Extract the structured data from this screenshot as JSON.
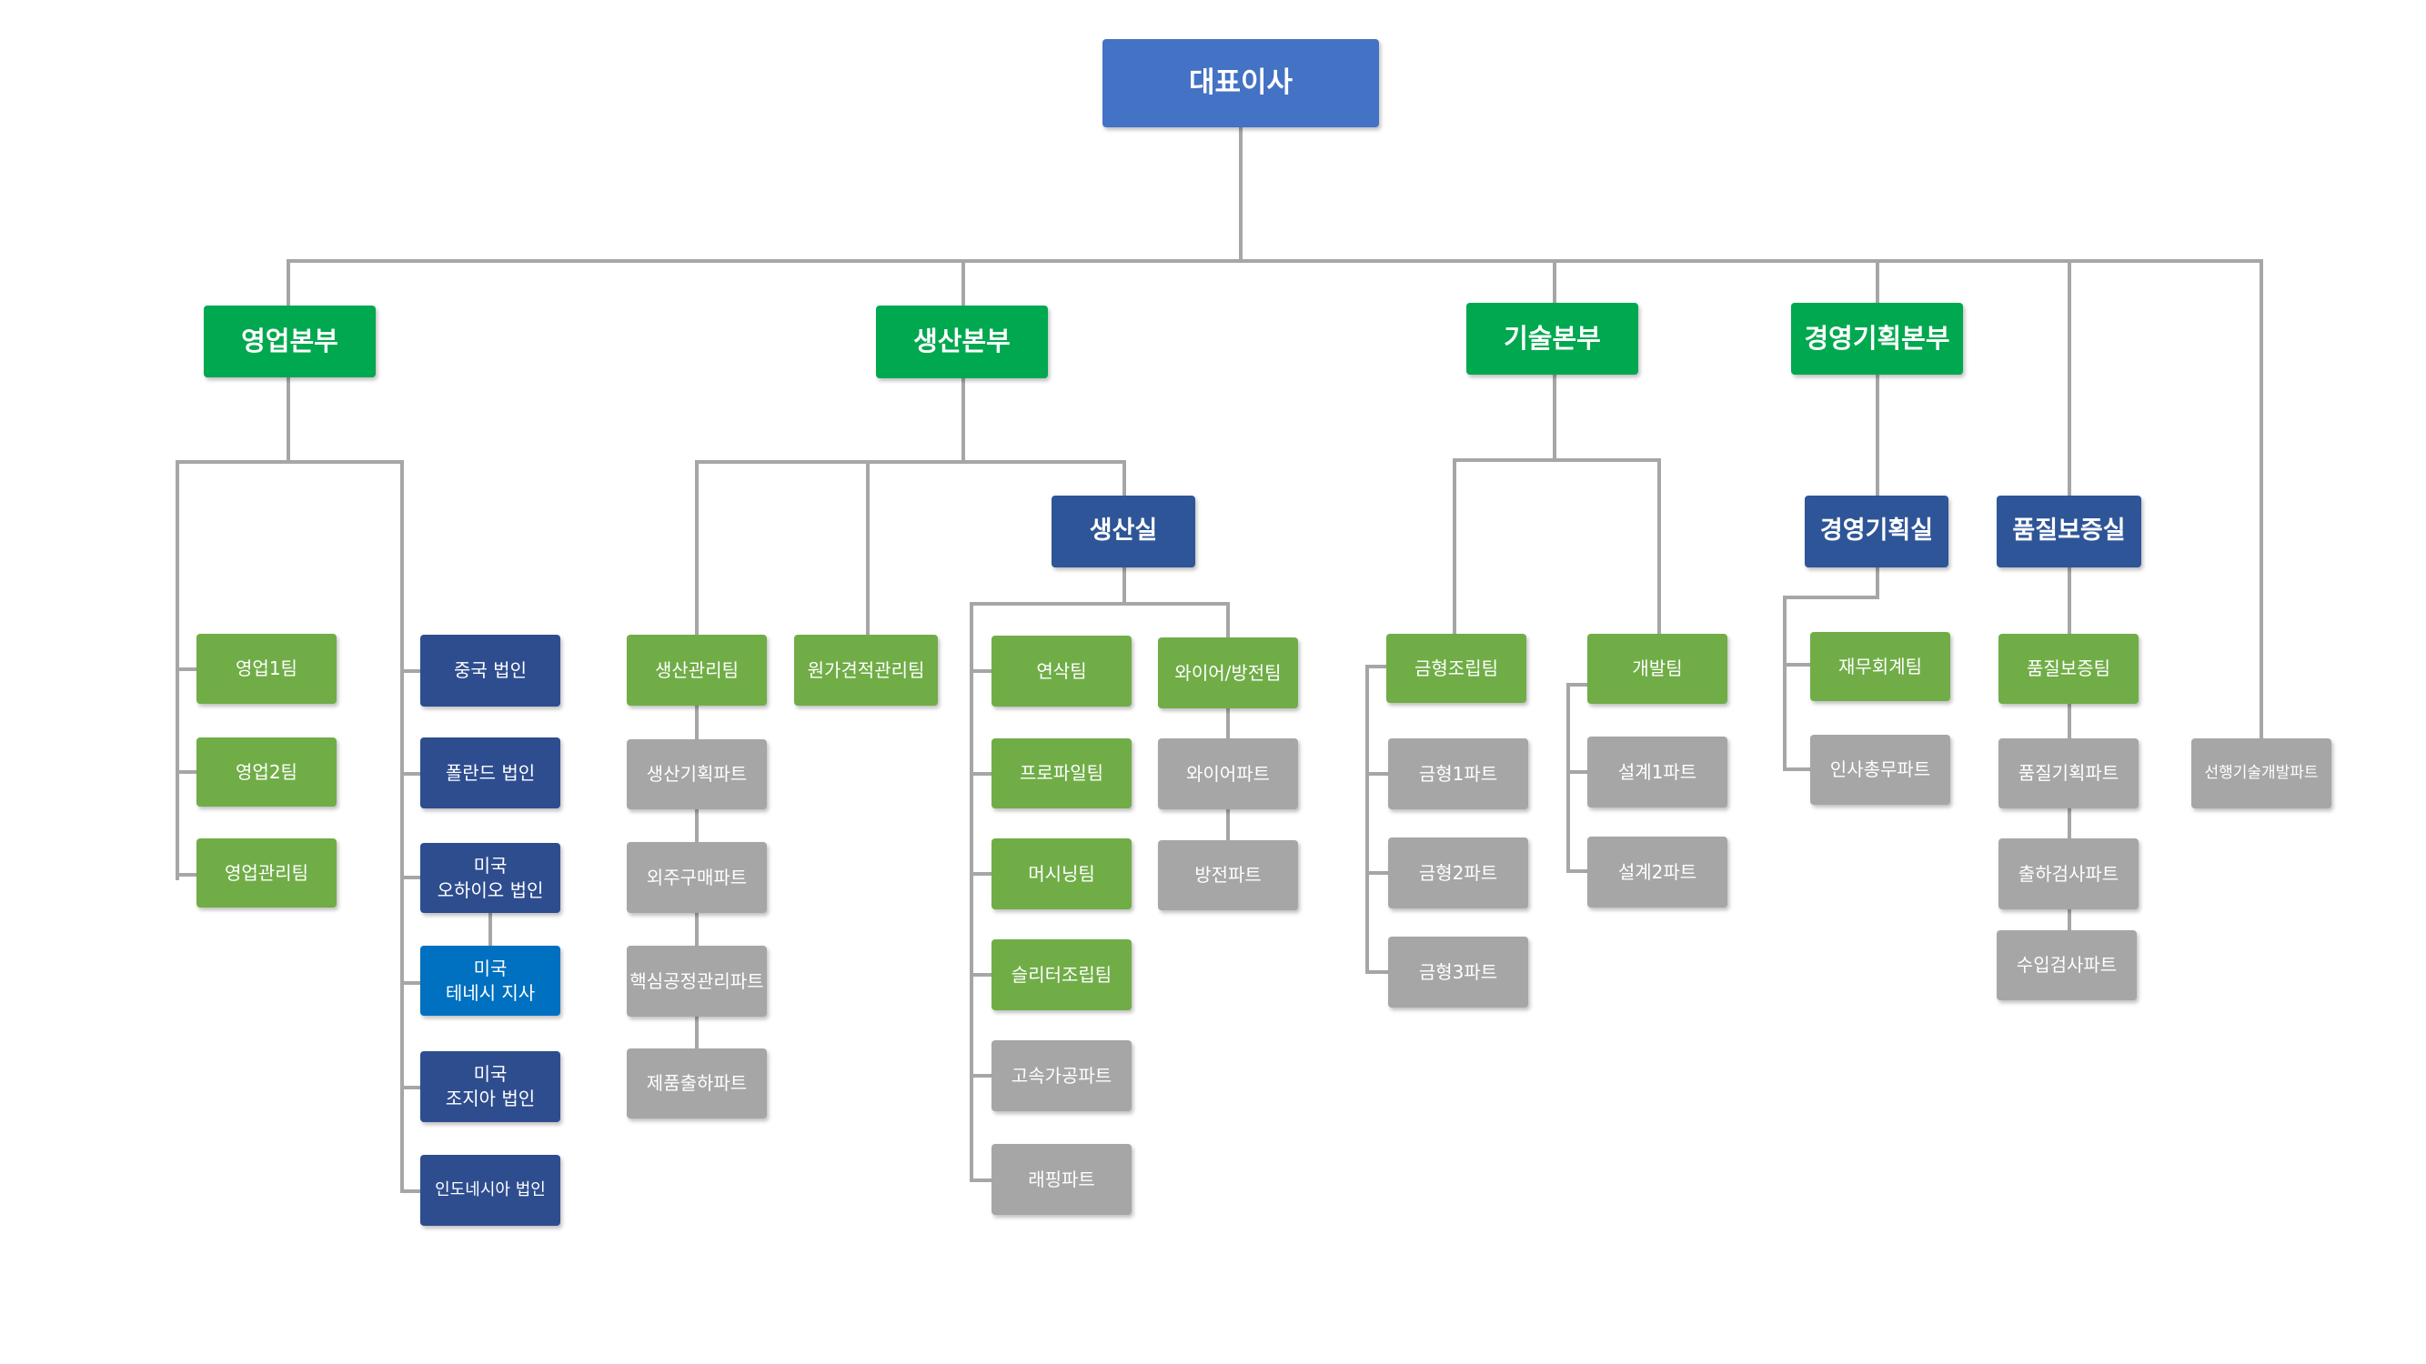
{
  "colors": {
    "ceo": "#4472c4",
    "division": "#00a84f",
    "department": "#2e5597",
    "team": "#70ad47",
    "part": "#a6a6a6",
    "corporation": "#2e4d8f",
    "branch": "#0070c0",
    "connector": "#a6a6a6"
  },
  "ceo": "대표이사",
  "divisions": {
    "sales": "영업본부",
    "production": "생산본부",
    "tech": "기술본부",
    "planning": "경영기획본부"
  },
  "departments": {
    "production_room": "생산실",
    "planning_room": "경영기획실",
    "quality_room": "품질보증실"
  },
  "sales_teams": [
    "영업1팀",
    "영업2팀",
    "영업관리팀"
  ],
  "corporations": {
    "china": "중국 법인",
    "poland": "폴란드 법인",
    "usa_ohio": "미국\n오하이오 법인",
    "usa_tennessee": "미국\n테네시 지사",
    "usa_georgia": "미국\n조지아 법인",
    "indonesia": "인도네시아 법인"
  },
  "production": {
    "management_team": "생산관리팀",
    "management_parts": [
      "생산기획파트",
      "외주구매파트",
      "핵심공정관리파트",
      "제품출하파트"
    ],
    "cost_team": "원가견적관리팀",
    "room_teams": [
      "연삭팀",
      "프로파일팀",
      "머시닝팀",
      "슬리터조립팀"
    ],
    "room_parts": [
      "고속가공파트",
      "래핑파트"
    ],
    "wire_team": "와이어/방전팀",
    "wire_parts": [
      "와이어파트",
      "방전파트"
    ]
  },
  "tech": {
    "mold_team": "금형조립팀",
    "mold_parts": [
      "금형1파트",
      "금형2파트",
      "금형3파트"
    ],
    "dev_team": "개발팀",
    "dev_parts": [
      "설계1파트",
      "설계2파트"
    ]
  },
  "planning": {
    "finance_team": "재무회계팀",
    "hr_part": "인사총무파트"
  },
  "quality": {
    "team": "품질보증팀",
    "parts": [
      "품질기획파트",
      "출하검사파트",
      "수입검사파트"
    ]
  },
  "advanced_part": "선행기술개발파트"
}
